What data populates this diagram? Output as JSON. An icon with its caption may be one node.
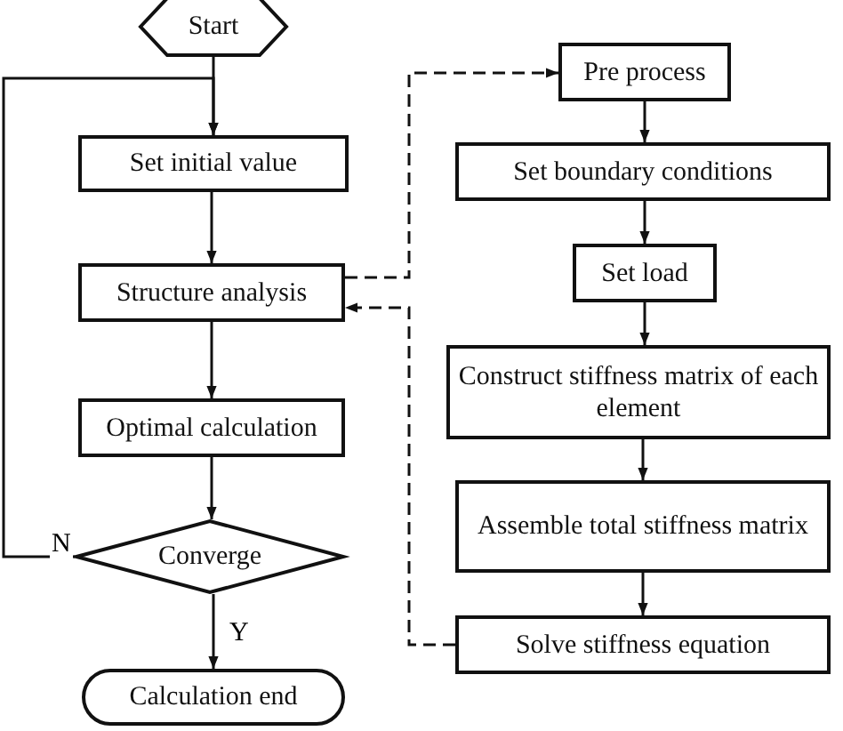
{
  "diagram": {
    "nodes": [
      {
        "text": [
          "Start"
        ]
      },
      {
        "text": [
          "Set initial value"
        ]
      },
      {
        "text": [
          "Structure analysis"
        ]
      },
      {
        "text": [
          "Optimal calculation"
        ]
      },
      {
        "text": [
          "Converge"
        ]
      },
      {
        "text": [
          "Calculation end"
        ]
      },
      {
        "text": [
          "Pre process"
        ]
      },
      {
        "text": [
          "Set boundary conditions"
        ]
      },
      {
        "text": [
          "Set load"
        ]
      },
      {
        "text": [
          "Construct stiffness matrix of each element"
        ]
      },
      {
        "text": [
          "Assemble total stiffness matrix"
        ]
      },
      {
        "text": [
          "Solve stiffness equation"
        ]
      }
    ],
    "edges": [
      {
        "from": 0,
        "to": 1,
        "arrow": "to"
      },
      {
        "from": 1,
        "to": 2,
        "arrow": "to"
      },
      {
        "from": 2,
        "to": 3,
        "arrow": "to"
      },
      {
        "from": 3,
        "to": 4,
        "arrow": "to"
      },
      {
        "from": 4,
        "to": 5,
        "label": "Y",
        "arrow": "to"
      },
      {
        "from": 4,
        "to": 1,
        "label": "N",
        "arrow": "to"
      },
      {
        "from": 2,
        "to": 6,
        "arrow": "to",
        "style": "dashed"
      },
      {
        "from": 6,
        "to": 7,
        "arrow": "to"
      },
      {
        "from": 7,
        "to": 8,
        "arrow": "to"
      },
      {
        "from": 8,
        "to": 9,
        "arrow": "to"
      },
      {
        "from": 9,
        "to": 10,
        "arrow": "to"
      },
      {
        "from": 10,
        "to": 11,
        "arrow": "to"
      },
      {
        "from": 11,
        "to": 2,
        "arrow": "to",
        "style": "dashed"
      }
    ]
  }
}
